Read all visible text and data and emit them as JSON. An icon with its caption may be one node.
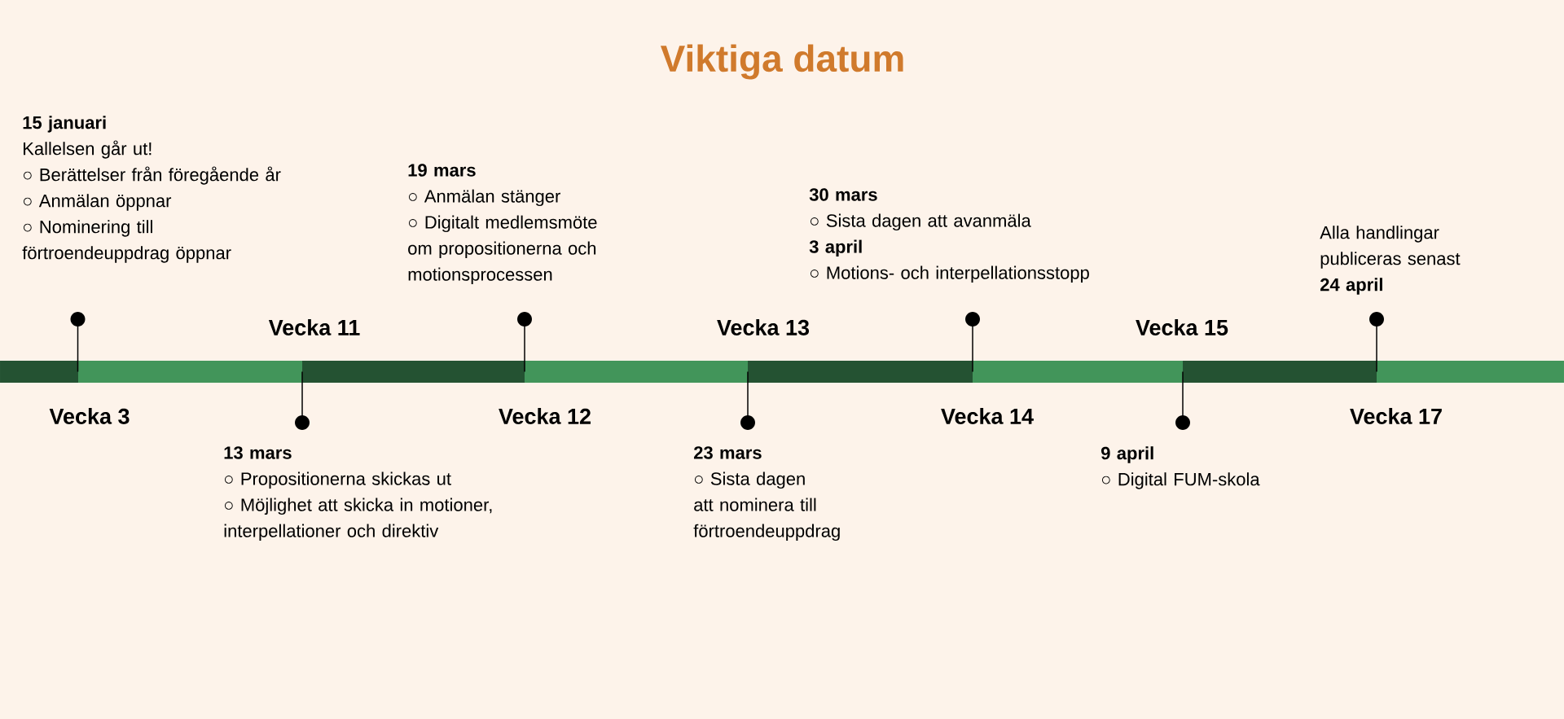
{
  "diagram": {
    "title": "Viktiga datum",
    "nodes": [
      {
        "text": [
          "15 januari",
          "Kallelsen går ut!",
          "○ Berättelser från föregående år",
          "○ Anmälan öppnar",
          "○ Nominering till förtroendeuppdrag öppnar"
        ]
      },
      {
        "text": [
          "19 mars",
          "○ Anmälan stänger",
          "○ Digitalt medlemsmöte om propositionerna och motionsprocessen"
        ]
      },
      {
        "text": [
          "30 mars",
          "○ Sista dagen att avanmäla",
          "3 april",
          "○ Motions- och interpellationsstopp"
        ]
      },
      {
        "text": [
          "Alla handlingar publiceras senast **24 april**"
        ]
      },
      {
        "text": [
          "13 mars",
          "○ Propositionerna skickas ut",
          "○ Möjlighet att skicka in motioner, interpellationer och direktiv"
        ]
      },
      {
        "text": [
          "23 mars",
          "○ Sista dagen att nominera till förtroendeuppdrag"
        ]
      },
      {
        "text": [
          "9 april",
          "○ Digital FUM-skola"
        ]
      }
    ],
    "labels": [
      "Vecka 11",
      "Vecka 13",
      "Vecka 15",
      "Vecka 3",
      "Vecka 12",
      "Vecka 14",
      "Vecka 17"
    ]
  }
}
